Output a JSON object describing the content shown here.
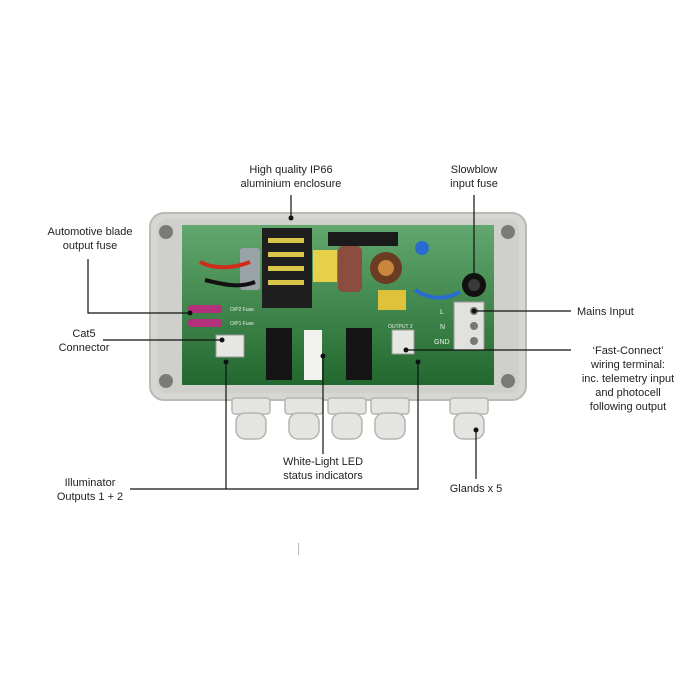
{
  "callouts": {
    "enclosure": "High quality IP66\naluminium enclosure",
    "slowblow_fuse": "Slowblow\ninput fuse",
    "blade_fuse": "Automotive blade\noutput fuse",
    "mains_input": "Mains Input",
    "cat5": "Cat5\nConnector",
    "fast_connect": "‘Fast-Connect’\nwiring terminal:\ninc. telemetry input\nand photocell\nfollowing output",
    "led_indicators": "White-Light LED\nstatus indicators",
    "glands": "Glands x 5",
    "outputs": "Illuminator\nOutputs 1 + 2"
  },
  "board_markings": {
    "fuse1": "O/P2\nFuse",
    "fuse2": "O/P1\nFuse",
    "terminal_l": "L",
    "terminal_n": "N",
    "terminal_gnd": "GND",
    "output2": "OUTPUT 2"
  },
  "colors": {
    "pcb": "#2e8b3e",
    "enclosure": "#d8d9d5",
    "leader": "#111111"
  }
}
